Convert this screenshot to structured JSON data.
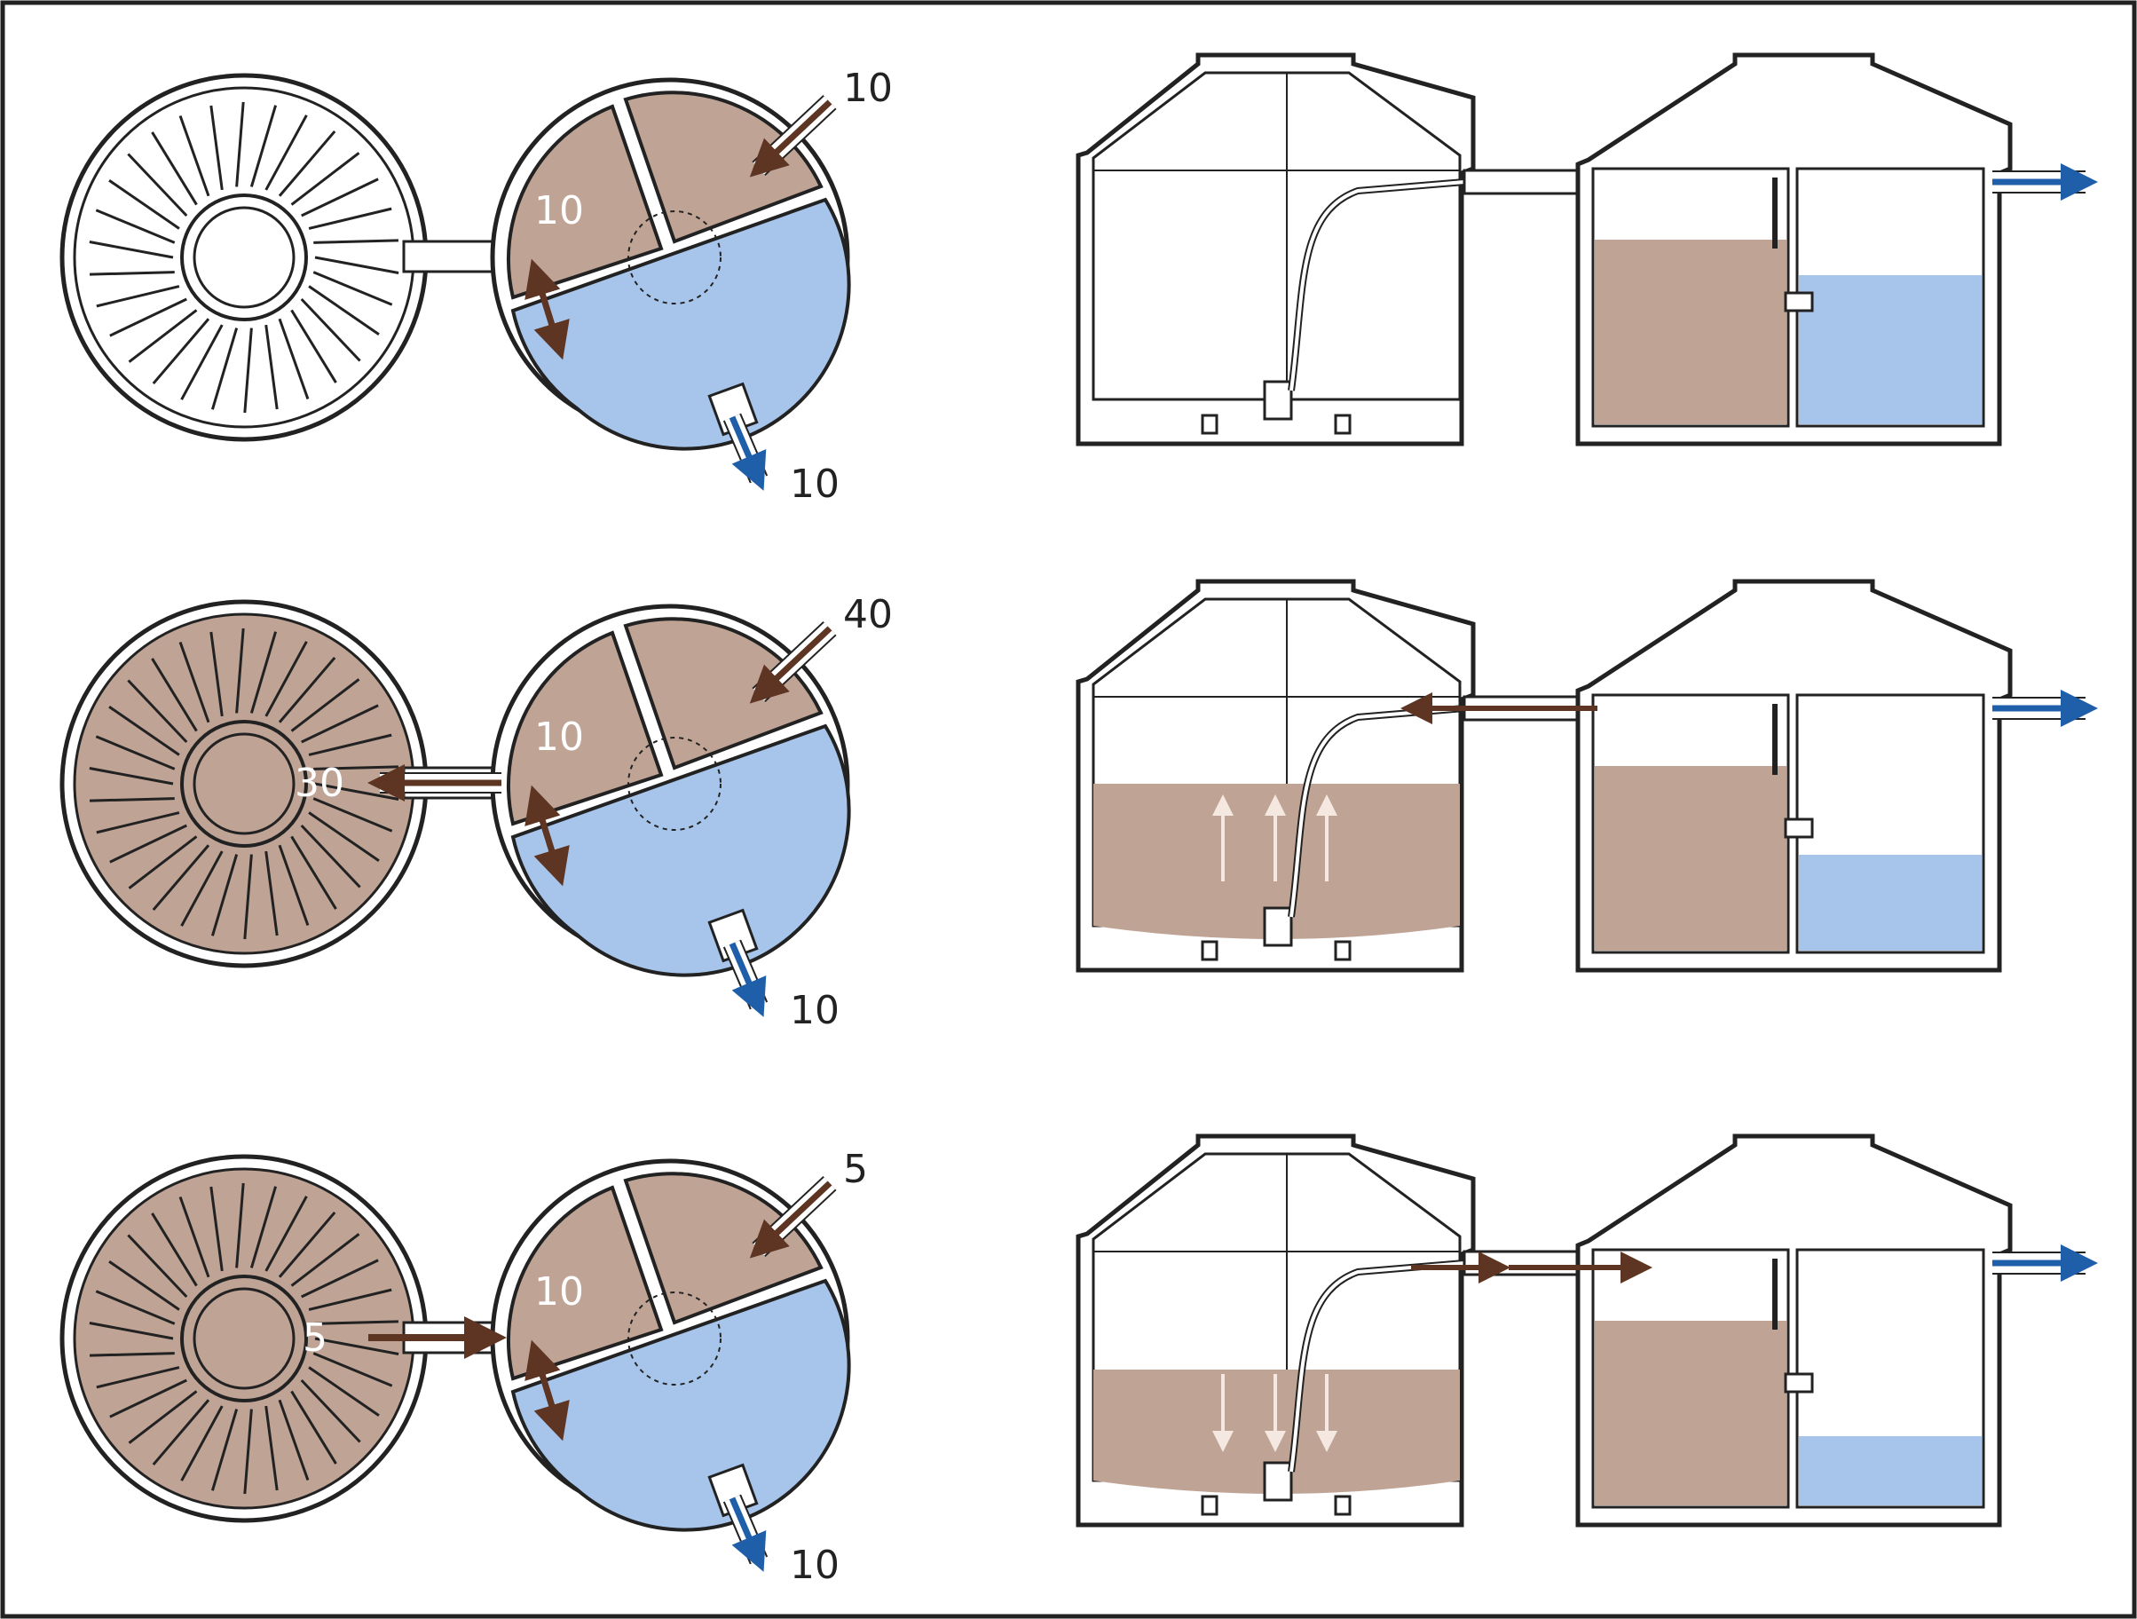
{
  "colors": {
    "sludge": "#bfa496",
    "water": "#a7c5ea",
    "outline": "#222222",
    "arrow_brown": "#5e3422",
    "arrow_blue": "#1f5ea8",
    "background": "#ffffff"
  },
  "rows": [
    {
      "state": "empty",
      "inflow": "10",
      "chamber": "10",
      "tank": "",
      "outflow": "10"
    },
    {
      "state": "filling",
      "inflow": "40",
      "chamber": "10",
      "tank": "30",
      "outflow": "10"
    },
    {
      "state": "draining",
      "inflow": "5",
      "chamber": "10",
      "tank": "5",
      "outflow": "10"
    }
  ],
  "icons": {
    "flow_in": "arrow-down-left-icon",
    "flow_out": "arrow-down-right-icon",
    "level_up": "arrow-up-icon",
    "level_down": "arrow-down-icon",
    "pump": "pump-icon"
  }
}
